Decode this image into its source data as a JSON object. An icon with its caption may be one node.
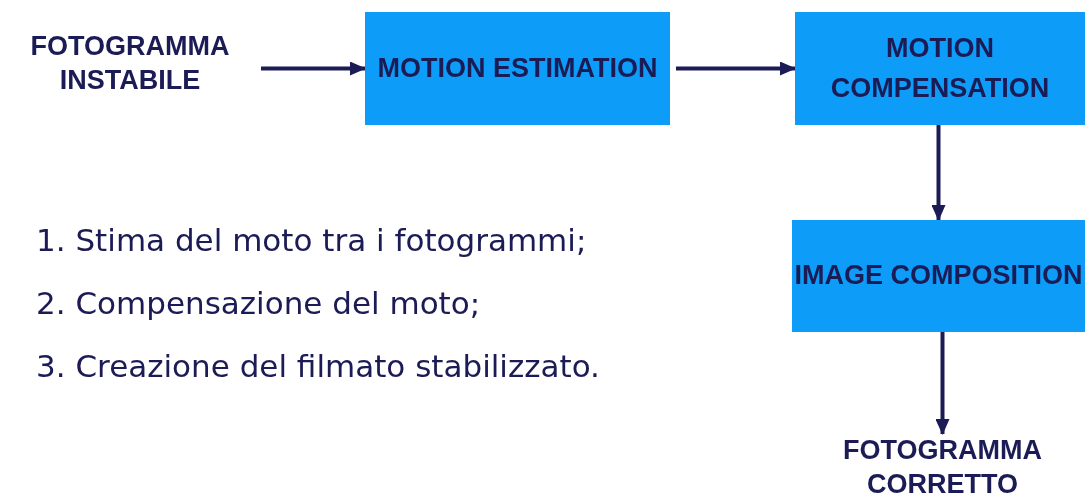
{
  "diagram": {
    "nodes": [
      {
        "text": [
          "FOTOGRAMMA INSTABILE"
        ]
      },
      {
        "text": [
          "MOTION ESTIMATION"
        ]
      },
      {
        "text": [
          "MOTION COMPENSATION"
        ]
      },
      {
        "text": [
          "IMAGE COMPOSITION"
        ]
      },
      {
        "text": [
          "FOTOGRAMMA CORRETTO"
        ]
      }
    ],
    "edges": [
      {
        "from": 0,
        "to": 1,
        "arrow": "to"
      },
      {
        "from": 1,
        "to": 2,
        "arrow": "to"
      },
      {
        "from": 2,
        "to": 3,
        "arrow": "to"
      },
      {
        "from": 3,
        "to": 4,
        "arrow": "to"
      }
    ],
    "labels": [
      "1. Stima del moto tra i fotogrammi;",
      "2. Compensazione del moto;",
      "3. Creazione del filmato stabilizzato."
    ]
  }
}
